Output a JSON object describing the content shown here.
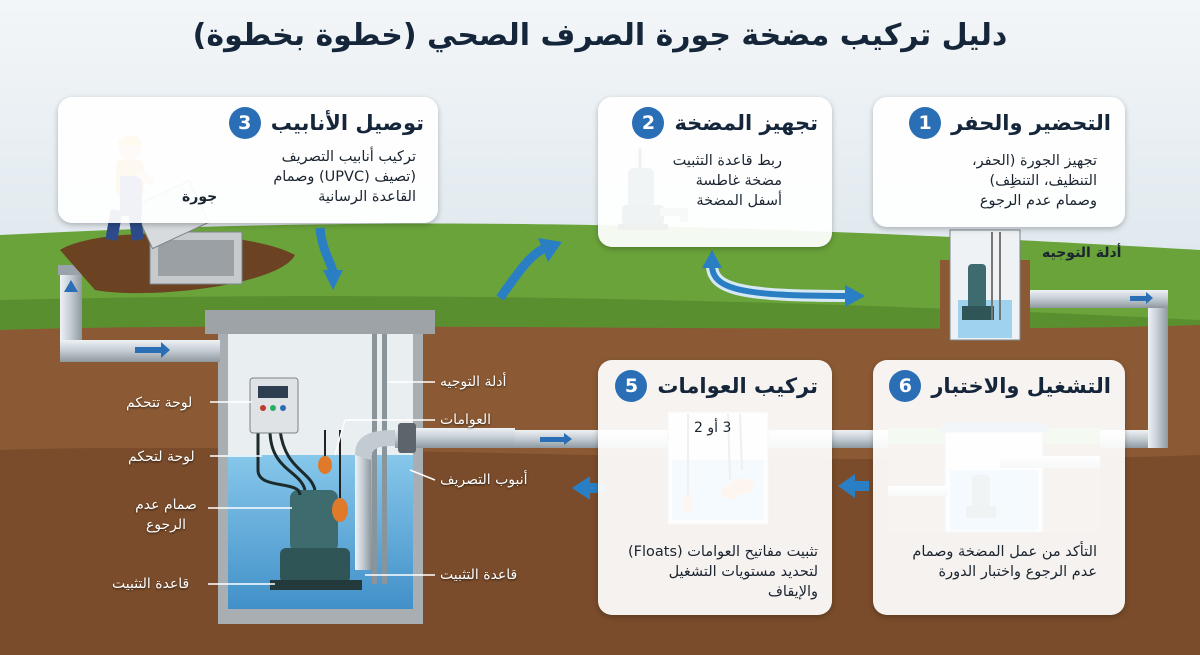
{
  "title": "دليل تركيب مضخة جورة الصرف الصحي (خطوة بخطوة)",
  "steps": [
    {
      "number": "1",
      "title": "التحضير والحفر",
      "lines": [
        "تجهيز الجورة (الحفر،",
        "التنظيف، التنظِف)",
        "وصمام عدم الرجوع"
      ],
      "sublabel": "أدلة التوجيه"
    },
    {
      "number": "2",
      "title": "تجهيز المضخة",
      "lines": [
        "ربط قاعدة التثبيت",
        "مضخة غاطسة",
        "أسفل المضخة"
      ]
    },
    {
      "number": "3",
      "title": "توصيل الأنابيب",
      "lines": [
        "تركيب أنابيب التصريف",
        "(تصيف (UPVC) وصمام",
        "القاعدة الرسانية"
      ],
      "sublabel": "جورة"
    },
    {
      "number": "5",
      "title": "تركيب العوامات",
      "lines": [
        "تثبيت مفاتيح العوامات (Floats)",
        "لتحديد مستويات التشغيل",
        "والإيقاف"
      ],
      "float_levels": [
        "3 أو 2"
      ]
    },
    {
      "number": "6",
      "title": "التشغيل والاختبار",
      "lines": [
        "التأكد من عمل المضخة وصمام",
        "عدم الرجوع واختبار الدورة"
      ]
    }
  ],
  "pit_labels": {
    "guide_rails": "أدلة التوجيه",
    "floats": "العوامات",
    "discharge_pipe": "أنبوب التصريف",
    "base": "قاعدة التثبيت",
    "control_panel_1": "لوحة تتحكم",
    "control_panel_2": "لوحة لتحكم",
    "check_valve": "صمام عدم الرجوع",
    "base_left": "قاعدة التثبيت"
  },
  "colors": {
    "sky": "#e6eef3",
    "grass": "#6aa33a",
    "soil": "#8b5a34",
    "water": "#4aa6dd",
    "pipe": "#c9d1d8",
    "concrete": "#b8bcbf",
    "pump": "#3e6b6e",
    "accent": "#2a6fb5",
    "float": "#e07a2a"
  }
}
